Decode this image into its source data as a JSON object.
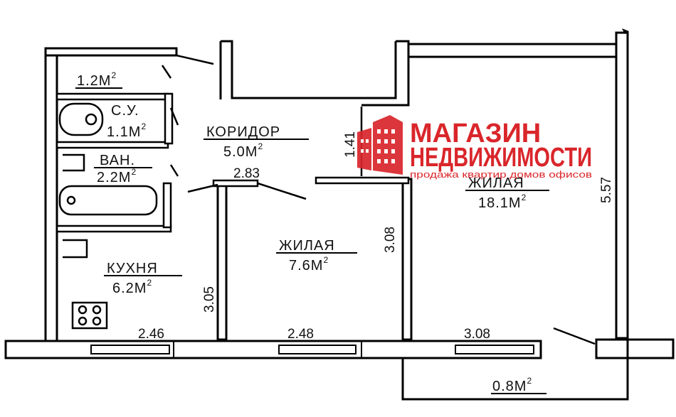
{
  "rooms": {
    "storage": {
      "area": "1.2М",
      "sup": "2"
    },
    "wc": {
      "name": "С.У.",
      "area": "1.1М",
      "sup": "2"
    },
    "bath": {
      "name": "ВАН.",
      "area": "2.2М",
      "sup": "2"
    },
    "corridor": {
      "name": "КОРИДОР",
      "area": "5.0М",
      "sup": "2"
    },
    "kitchen": {
      "name": "КУХНЯ",
      "area": "6.2М",
      "sup": "2"
    },
    "living_small": {
      "name": "ЖИЛАЯ",
      "area": "7.6М",
      "sup": "2"
    },
    "living_large": {
      "name": "ЖИЛАЯ",
      "area": "18.1М",
      "sup": "2"
    },
    "balcony": {
      "area": "0.8М",
      "sup": "2"
    }
  },
  "dimensions": {
    "corridor_width": "2.83",
    "corridor_depth": "1.41",
    "kitchen_depth": "3.05",
    "small_room_depth": "3.08",
    "large_room_depth": "5.57",
    "kitchen_width": "2.46",
    "small_room_width": "2.48",
    "large_room_width": "3.08"
  },
  "logo": {
    "line1": "МАГАЗИН",
    "line2": "НЕДВИЖИМОСТИ",
    "tagline": "продажа квартир домов офисов",
    "color": "#d9262b"
  }
}
